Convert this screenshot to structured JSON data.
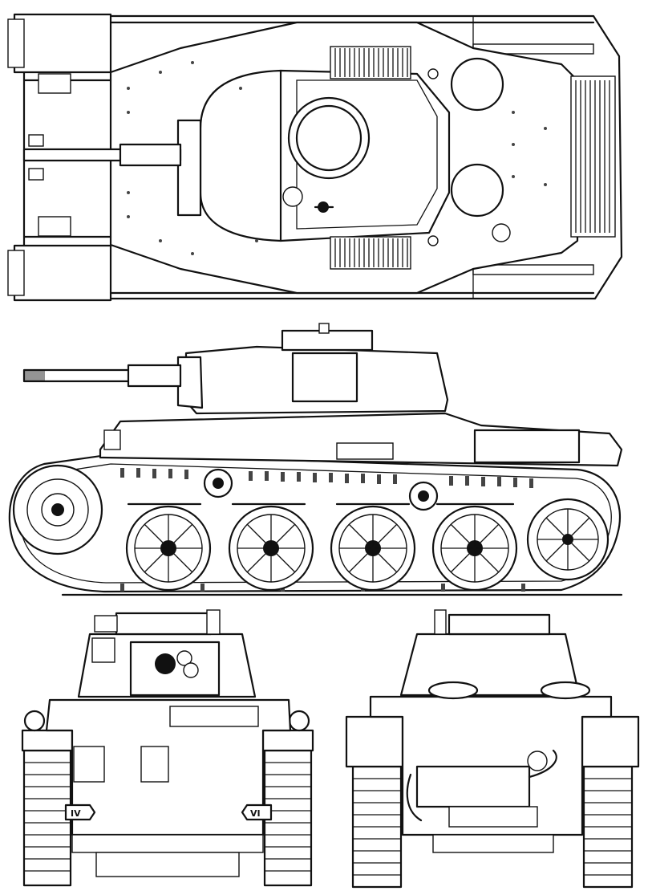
{
  "drawing": {
    "views": [
      "top",
      "side",
      "front",
      "rear"
    ],
    "hull_markings": [
      "IV",
      "VI"
    ],
    "colors": {
      "line": "#111111",
      "paper": "#ffffff"
    }
  }
}
